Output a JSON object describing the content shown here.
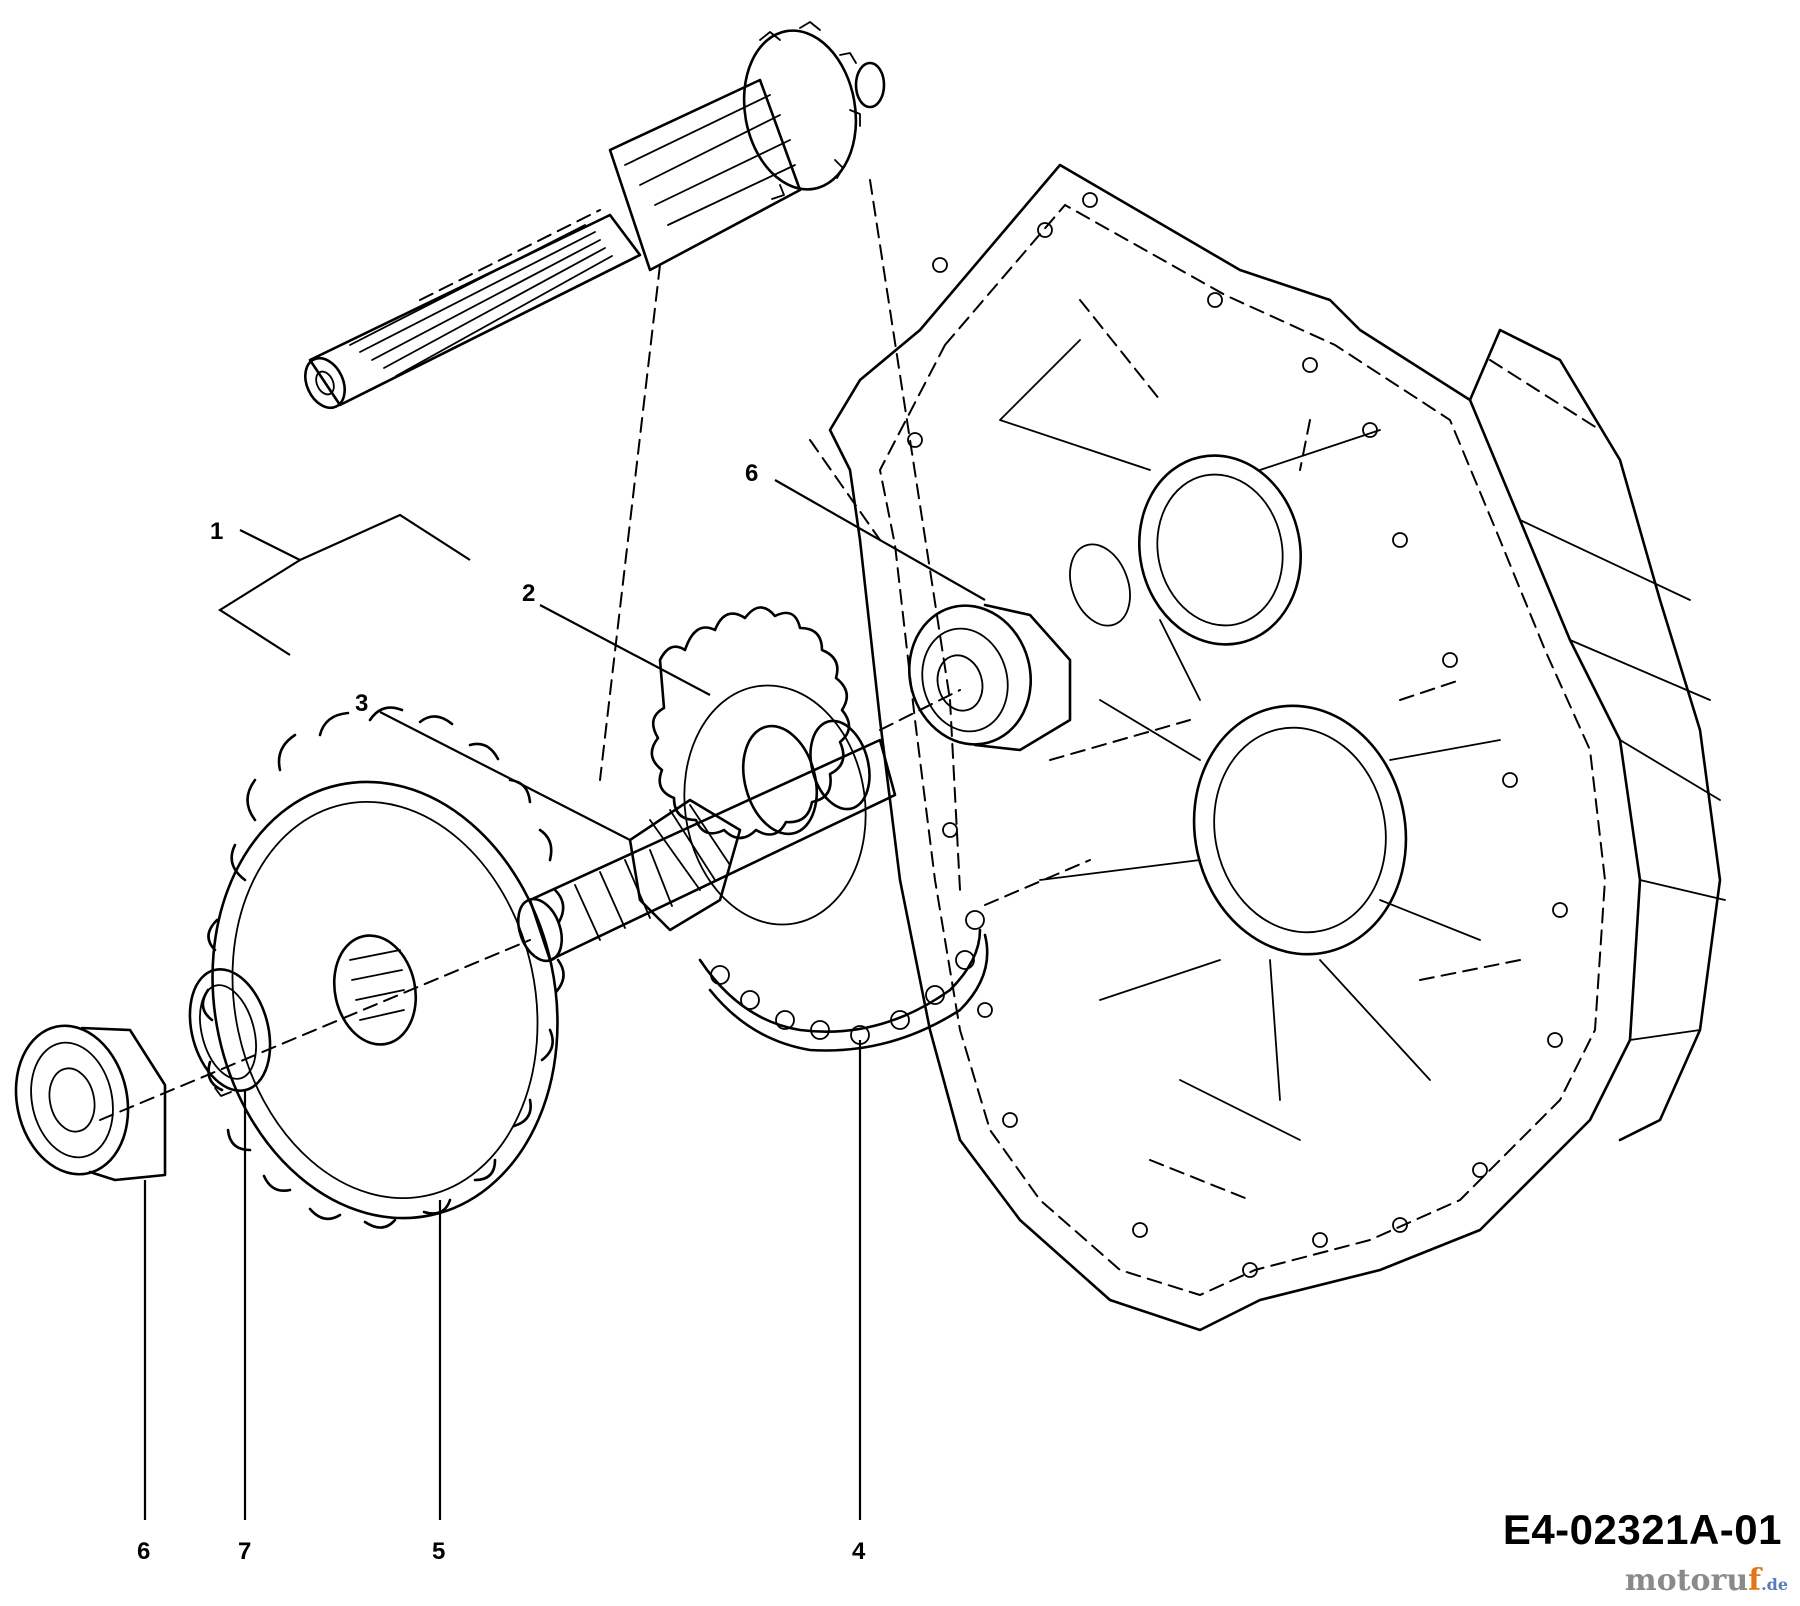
{
  "diagram": {
    "drawing_code": "E4-02321A-01",
    "callouts": {
      "c1": "1",
      "c2": "2",
      "c3": "3",
      "c4": "4",
      "c5": "5",
      "c6_top": "6",
      "c6_bottom": "6",
      "c7": "7"
    },
    "watermark": {
      "main": "motoru",
      "accent": "f",
      "tld": ".de",
      "colors": {
        "main": "#8a8a8a",
        "accent": "#e07818",
        "tld": "#5a7ab8"
      }
    }
  }
}
